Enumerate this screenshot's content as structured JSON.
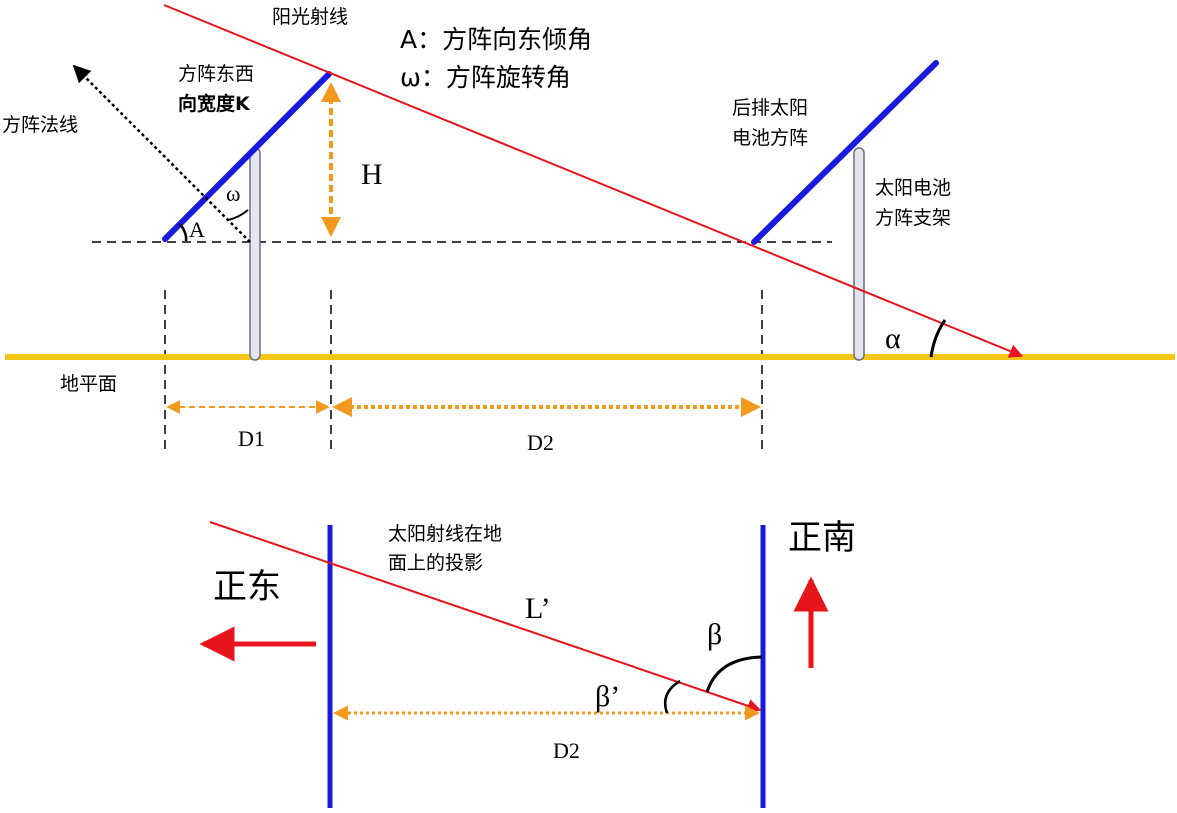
{
  "legend": {
    "tilt": "A：方阵向东倾角",
    "rotation": "ω：方阵旋转角"
  },
  "labels": {
    "sun_ray": "阳光射线",
    "width_line1": "方阵东西",
    "width_line2": "向宽度K",
    "normal": "方阵法线",
    "omega": "ω",
    "a": "A",
    "h": "H",
    "rear_line1": "后排太阳",
    "rear_line2": "电池方阵",
    "bracket_line1": "太阳电池",
    "bracket_line2": "方阵支架",
    "alpha": "α",
    "ground": "地平面",
    "d1": "D1",
    "d2_top": "D2",
    "proj_line1": "太阳射线在地",
    "proj_line2": "面上的投影",
    "l_prime": "L’",
    "east": "正东",
    "south": "正南",
    "beta": "β",
    "beta_prime": "β’",
    "d2_bottom": "D2"
  },
  "colors": {
    "ray": "#e8141b",
    "panel": "#1a1adf",
    "ground": "#f5c518",
    "dim": "#f39a1e",
    "bracket_fill": "#e4e6ee",
    "bracket_stroke": "#6a6f80"
  }
}
